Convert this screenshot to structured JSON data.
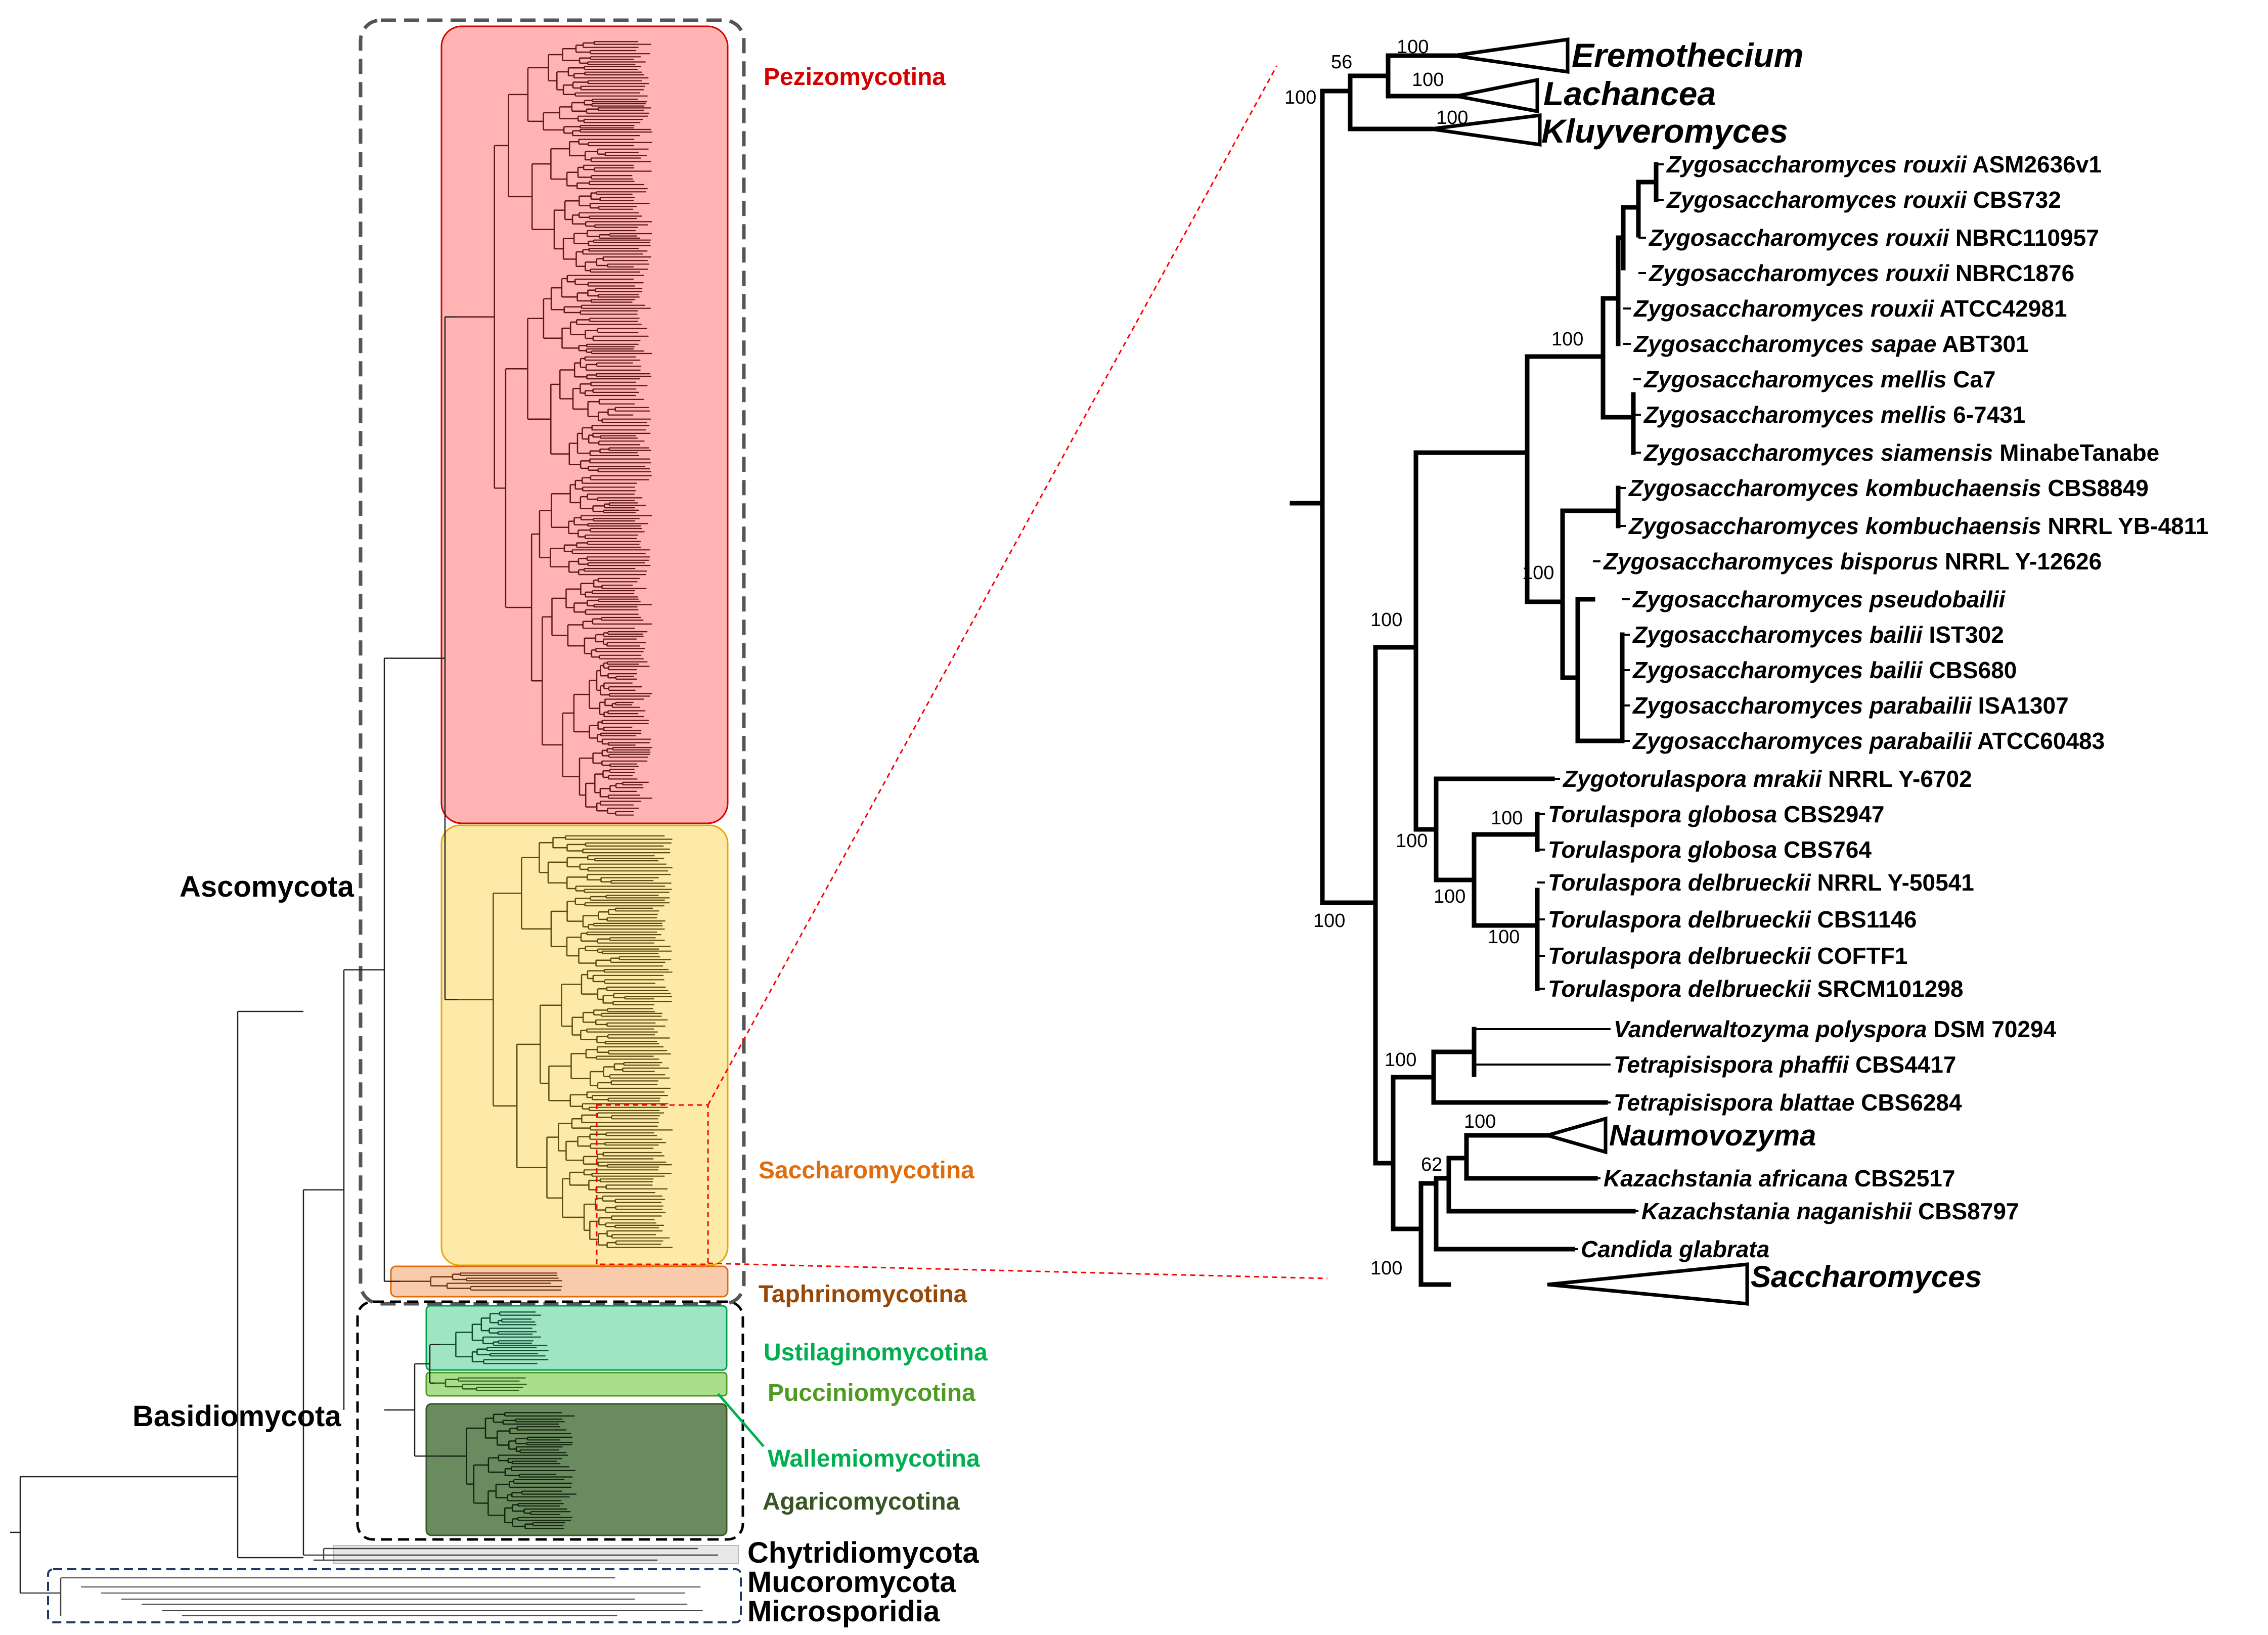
{
  "colors": {
    "pezizomycotina": "#d40000",
    "saccharomycotina": "#e26b0a",
    "taphrinomycotina": "#974706",
    "ustilaginomycotina": "#00b050",
    "pucciniomycotina": "#4f9a22",
    "wallemiomycotina": "#00b050",
    "agaricomycotina": "#375623",
    "highlight": "#ff0000"
  },
  "left_tree": {
    "groups": [
      {
        "id": "pezizomycotina",
        "label": "Pezizomycotina"
      },
      {
        "id": "saccharomycotina",
        "label": "Saccharomycotina"
      },
      {
        "id": "taphrinomycotina",
        "label": "Taphrinomycotina"
      },
      {
        "id": "ustilaginomycotina",
        "label": "Ustilaginomycotina"
      },
      {
        "id": "pucciniomycotina",
        "label": "Pucciniomycotina"
      },
      {
        "id": "wallemiomycotina",
        "label": "Wallemiomycotina"
      },
      {
        "id": "agaricomycotina",
        "label": "Agaricomycotina"
      }
    ],
    "phyla": {
      "ascomycota": "Ascomycota",
      "basidiomycota": "Basidiomycota",
      "chytridiomycota": "Chytridiomycota",
      "mucoromycota": "Mucoromycota",
      "microsporidia": "Microsporidia"
    }
  },
  "right_tree": {
    "collapsed_clades": {
      "eremothecium": "Eremothecium",
      "lachancea": "Lachancea",
      "kluyveromyces": "Kluyveromyces",
      "naumovozyma": "Naumovozyma",
      "saccharomyces": "Saccharomyces"
    },
    "taxa": [
      {
        "species": "Zygosaccharomyces rouxii",
        "strain": "ASM2636v1",
        "highlight": false
      },
      {
        "species": "Zygosaccharomyces rouxii",
        "strain": "CBS732",
        "highlight": false
      },
      {
        "species": "Zygosaccharomyces rouxii",
        "strain": "NBRC110957",
        "highlight": false
      },
      {
        "species": "Zygosaccharomyces rouxii",
        "strain": "NBRC1876",
        "highlight": false
      },
      {
        "species": "Zygosaccharomyces rouxii",
        "strain": "ATCC42981",
        "highlight": false
      },
      {
        "species": "Zygosaccharomyces sapae",
        "strain": "ABT301",
        "highlight": false
      },
      {
        "species": "Zygosaccharomyces mellis",
        "strain": "Ca7",
        "highlight": false
      },
      {
        "species": "Zygosaccharomyces mellis",
        "strain": "6-7431",
        "highlight": false
      },
      {
        "species": "Zygosaccharomyces siamensis",
        "strain": "MinabeTanabe",
        "highlight": false
      },
      {
        "species": "Zygosaccharomyces kombuchaensis",
        "strain": "CBS8849",
        "highlight": false
      },
      {
        "species": "Zygosaccharomyces kombuchaensis",
        "strain": "NRRL YB-4811",
        "highlight": false
      },
      {
        "species": "Zygosaccharomyces bisporus",
        "strain": "NRRL Y-12626",
        "highlight": false
      },
      {
        "species": "Zygosaccharomyces pseudobailii",
        "strain": "",
        "highlight": false
      },
      {
        "species": "Zygosaccharomyces bailii",
        "strain": "IST302",
        "highlight": false
      },
      {
        "species": "Zygosaccharomyces bailii",
        "strain": "CBS680",
        "highlight": false
      },
      {
        "species": "Zygosaccharomyces parabailii",
        "strain": "ISA1307",
        "highlight": false
      },
      {
        "species": "Zygosaccharomyces parabailii",
        "strain": "ATCC60483",
        "highlight": false
      },
      {
        "species": "Zygotorulaspora mrakii",
        "strain": "NRRL Y-6702",
        "highlight": false
      },
      {
        "species": "Torulaspora globosa",
        "strain": "CBS2947",
        "highlight": false
      },
      {
        "species": "Torulaspora globosa",
        "strain": "CBS764",
        "highlight": false
      },
      {
        "species": "Torulaspora delbrueckii",
        "strain": "NRRL Y-50541",
        "highlight": true
      },
      {
        "species": "Torulaspora delbrueckii",
        "strain": "CBS1146",
        "highlight": true
      },
      {
        "species": "Torulaspora delbrueckii",
        "strain": "COFTF1",
        "highlight": true
      },
      {
        "species": "Torulaspora delbrueckii",
        "strain": "SRCM101298",
        "highlight": true
      },
      {
        "species": "Vanderwaltozyma polyspora",
        "strain": "DSM 70294",
        "highlight": false
      },
      {
        "species": "Tetrapisispora phaffii",
        "strain": "CBS4417",
        "highlight": false
      },
      {
        "species": "Tetrapisispora blattae",
        "strain": "CBS6284",
        "highlight": false
      },
      {
        "species": "Kazachstania africana",
        "strain": "CBS2517",
        "highlight": false
      },
      {
        "species": "Kazachstania naganishii",
        "strain": "CBS8797",
        "highlight": false
      },
      {
        "species": "Candida glabrata",
        "strain": "",
        "highlight": false
      }
    ],
    "bootstraps": {
      "b_ere": "100",
      "b_ere_lach": "56",
      "b_lach": "100",
      "b_klu": "100",
      "b_top": "100",
      "b_zyg_a": "100",
      "b_zyg_b": "100",
      "b_zyg": "100",
      "b_tglob": "100",
      "b_tor": "100",
      "b_tdel": "100",
      "b_zygotor": "100",
      "b_root": "100",
      "b_vand": "100",
      "b_naum": "100",
      "b_kaz": "62",
      "b_sacc": "100"
    }
  }
}
